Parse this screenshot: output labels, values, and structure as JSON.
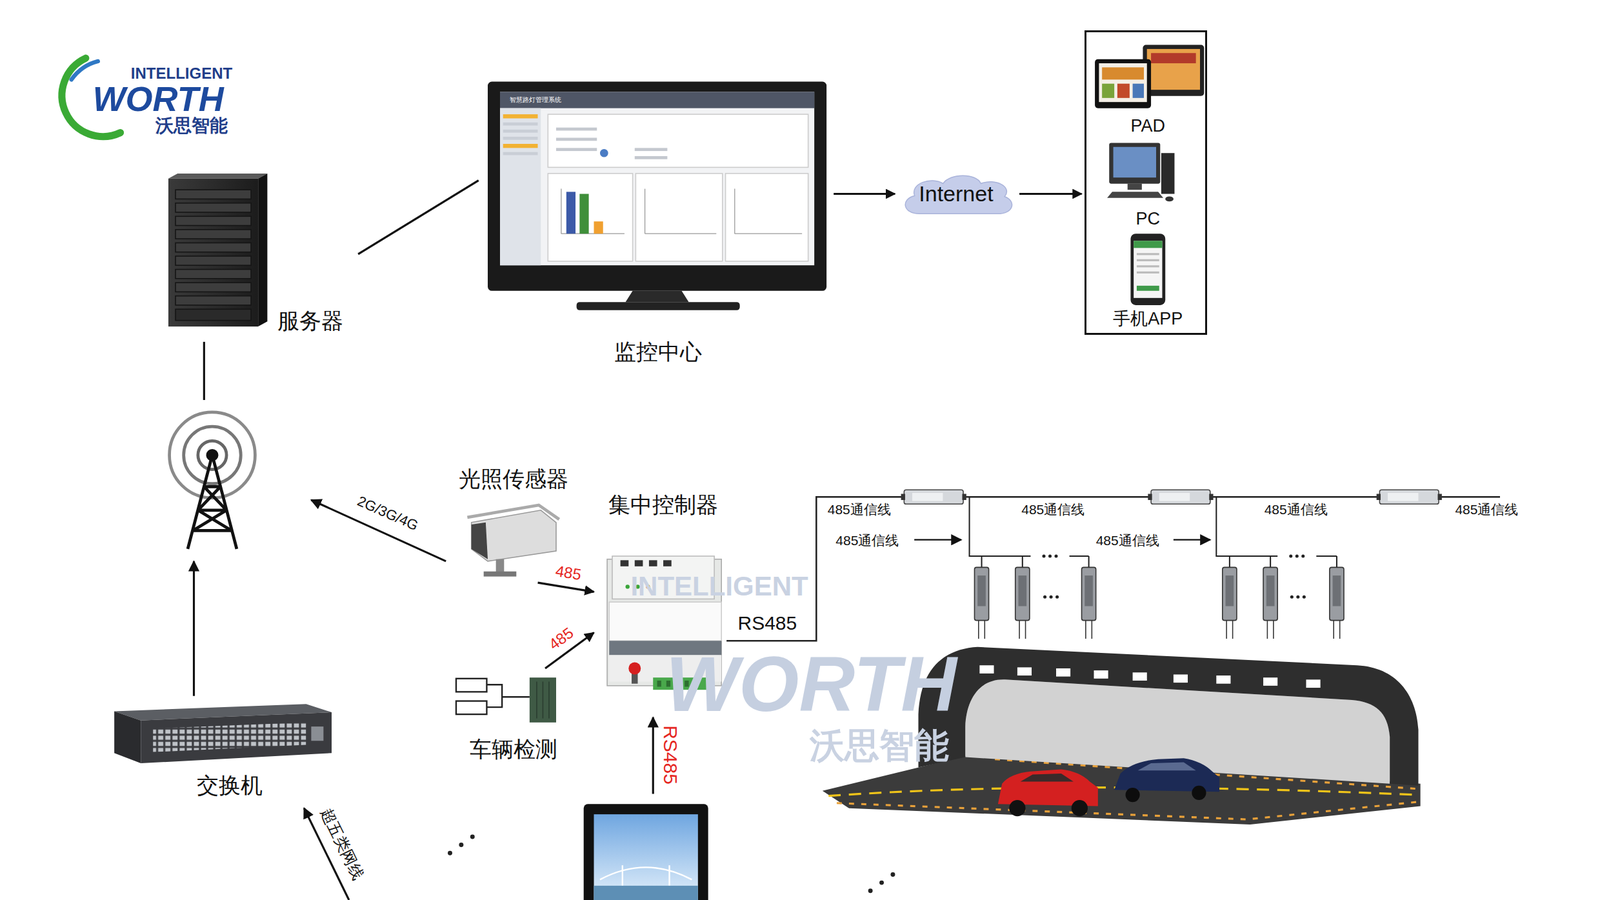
{
  "diagram": {
    "nodes": [
      {
        "text": [
          "服务器"
        ]
      },
      {
        "text": [
          "监控中心"
        ]
      },
      {
        "text": [
          "Internet"
        ]
      },
      {
        "text": [
          "PAD",
          "PC",
          "手机APP"
        ]
      },
      {
        "text": [
          "光照传感器"
        ]
      },
      {
        "text": [
          "集中控制器"
        ]
      },
      {
        "text": [
          "车辆检测"
        ]
      },
      {
        "text": [
          "交换机"
        ]
      }
    ],
    "edges": [
      {
        "from": 0,
        "to": 1,
        "arrow": "none"
      },
      {
        "from": 1,
        "to": 2,
        "arrow": "to"
      },
      {
        "from": 2,
        "to": 3,
        "arrow": "to"
      },
      {
        "from": 4,
        "to": 5,
        "label": "485",
        "arrow": "to"
      },
      {
        "from": 6,
        "to": 5,
        "label": "485",
        "arrow": "to"
      }
    ],
    "labels": [
      "INTELLIGENT",
      "WORTH",
      "沃思智能",
      "智慧路灯管理系统",
      "2G/3G/4G",
      "RS485",
      "485通信线",
      "485通信线",
      "485通信线",
      "485通信线",
      "485通信线",
      "485通信线",
      "INTELLIGENT",
      "WORTH",
      "沃思智能",
      "RS485",
      "超五类网线"
    ]
  }
}
